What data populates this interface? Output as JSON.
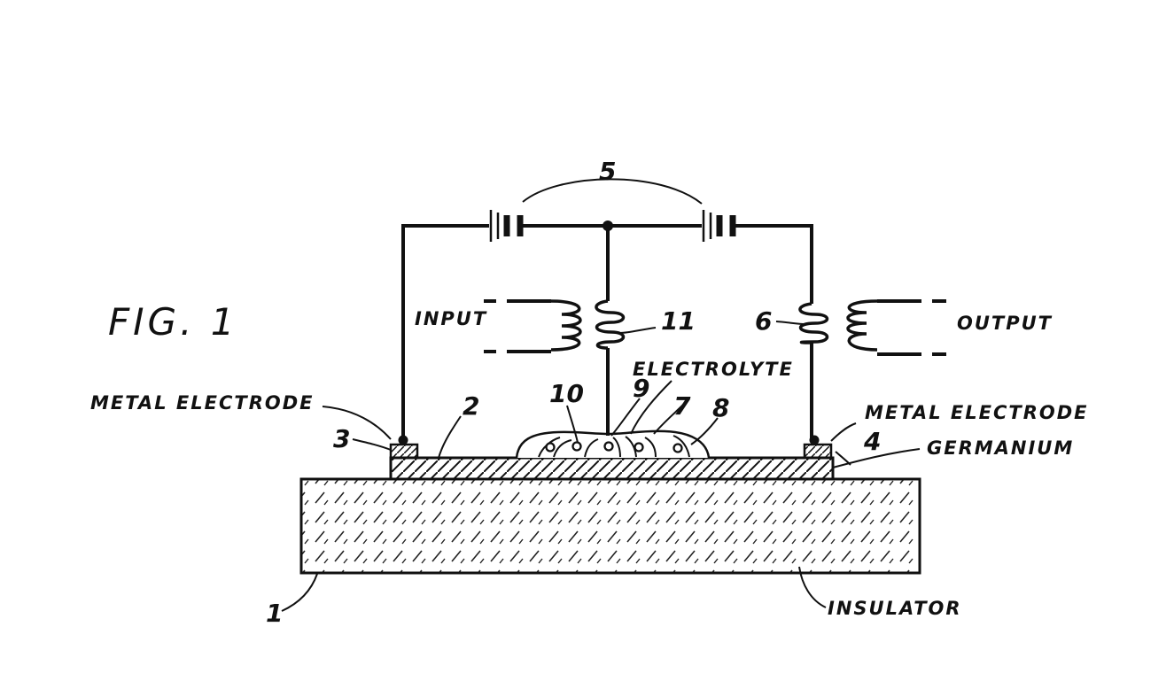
{
  "figure": {
    "title": "FIG. 1"
  },
  "labels": {
    "metal_electrode_left": "METAL ELECTRODE",
    "metal_electrode_right": "METAL ELECTRODE",
    "germanium": "GERMANIUM",
    "insulator": "INSULATOR",
    "electrolyte": "ELECTROLYTE",
    "input": "INPUT",
    "output": "OUTPUT"
  },
  "refs": {
    "insulator_ref": "1",
    "germanium_ref": "2",
    "electrode_left_ref": "3",
    "electrode_right_ref": "4",
    "battery_ref": "5",
    "output_coil_ref": "6",
    "electrolyte_ref": "7",
    "bubble_ref": "8",
    "center_wire_ref": "9",
    "bubble_left_ref": "10",
    "input_coil_ref": "11"
  }
}
